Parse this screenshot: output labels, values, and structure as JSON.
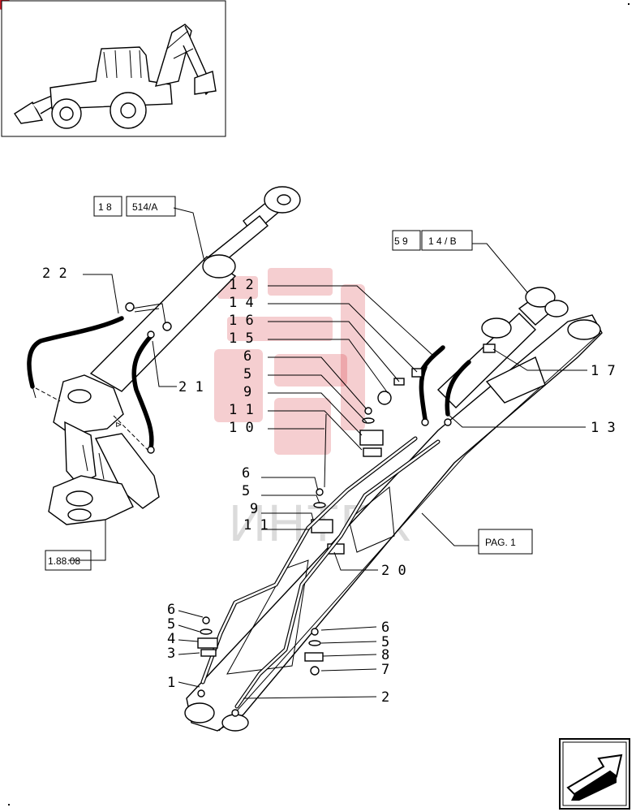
{
  "reference_boxes": [
    {
      "id": "ref-18",
      "text": "1 8"
    },
    {
      "id": "ref-514a",
      "text": "514/A"
    },
    {
      "id": "ref-59",
      "text": "5 9"
    },
    {
      "id": "ref-14b",
      "text": "1 4 / B"
    },
    {
      "id": "ref-1-88-08",
      "text": "1.88.08"
    },
    {
      "id": "ref-pag1",
      "text": "PAG. 1"
    }
  ],
  "callouts": {
    "c22": "2 2",
    "c21": "2 1",
    "c12": "1 2",
    "c14": "1 4",
    "c16": "1 6",
    "c15": "1 5",
    "c6a": "6",
    "c5a": "5",
    "c9a": "9",
    "c11a": "1 1",
    "c10": "1 0",
    "c17": "1 7",
    "c13": "1 3",
    "c6b": "6",
    "c5b": "5",
    "c9b": "9",
    "c11b": "1 1",
    "c20": "2 0",
    "c6c": "6",
    "c5c": "5",
    "c4": "4",
    "c3": "3",
    "c1": "1",
    "c6d": "6",
    "c5d": "5",
    "c8": "8",
    "c7": "7",
    "c2": "2"
  },
  "watermark": {
    "text": "ИНТЕХ",
    "color": "#d21e2a"
  },
  "icons": {
    "corner_badge": "red-circle-badge",
    "nav_arrow": "next-page-arrow-icon",
    "machine": "backhoe-loader-thumbnail"
  }
}
